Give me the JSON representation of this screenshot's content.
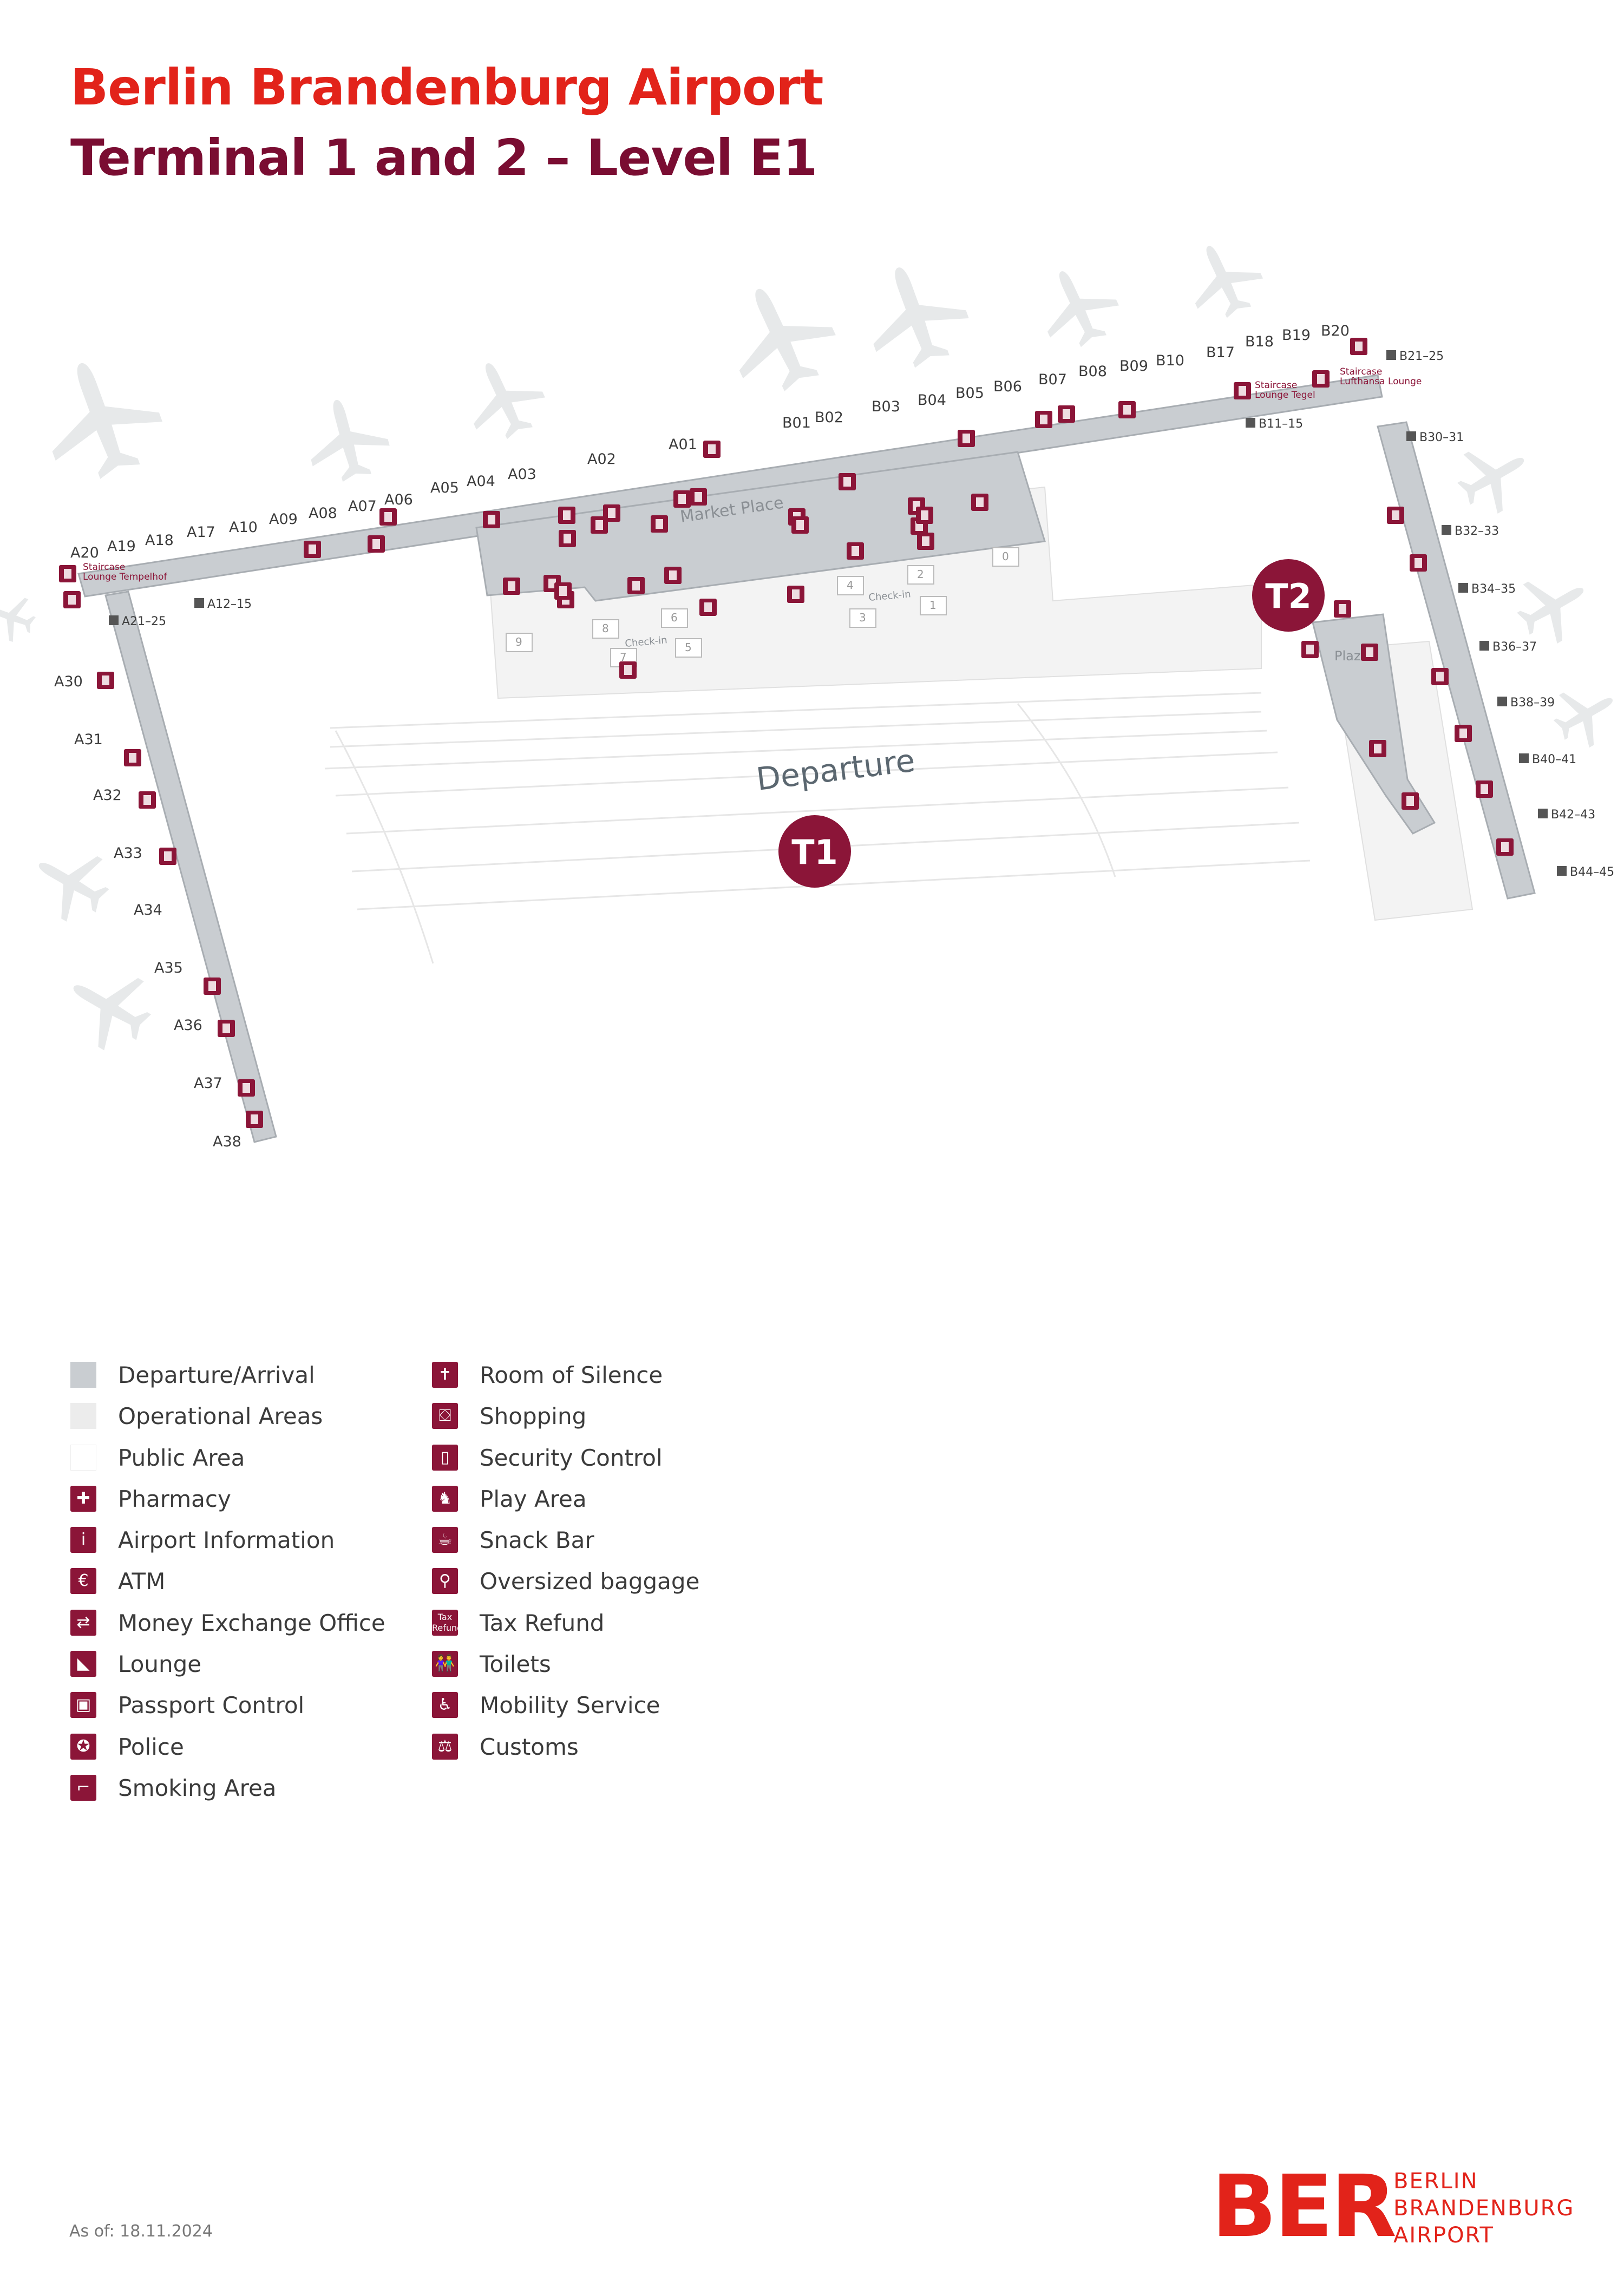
{
  "header": {
    "title": "Berlin Brandenburg Airport",
    "subtitle": "Terminal 1 and 2 – Level E1"
  },
  "colors": {
    "brand_red": "#e2231a",
    "brand_dark": "#7a0d32",
    "icon_maroon": "#8b1538",
    "departure_arrival": "#c9cdd1",
    "operational": "#ececec",
    "public": "#ffffff"
  },
  "map": {
    "terminal_markers": [
      "T1",
      "T2"
    ],
    "departure_label": "Departure",
    "area_labels": [
      "Market Place",
      "Plaza",
      "Check-in",
      "Check-in"
    ],
    "gates_a_pier": [
      "A20",
      "A19",
      "A18",
      "A17",
      "A10",
      "A09",
      "A08",
      "A07",
      "A06",
      "A05",
      "A04",
      "A03",
      "A02",
      "A01"
    ],
    "gates_a_south": [
      "A30",
      "A31",
      "A32",
      "A33",
      "A34",
      "A35",
      "A36",
      "A37",
      "A38"
    ],
    "gates_b_pier": [
      "B01",
      "B02",
      "B03",
      "B04",
      "B05",
      "B06",
      "B07",
      "B08",
      "B09",
      "B10",
      "B17",
      "B18",
      "B19",
      "B20"
    ],
    "remote_positions": [
      "A21–25",
      "A12–15",
      "B11–15",
      "B21–25",
      "B30–31",
      "B32–33",
      "B34–35",
      "B36–37",
      "B38–39",
      "B40–41",
      "B42–43",
      "B44–45"
    ],
    "lounge_labels": [
      "Staircase\nLounge Tempelhof",
      "Staircase\nLounge Tegel",
      "Staircase\nLufthansa Lounge"
    ],
    "checkin_islands": [
      "9",
      "8",
      "7",
      "6",
      "5",
      "4",
      "3",
      "2",
      "1",
      "0"
    ]
  },
  "legend": {
    "col1": [
      {
        "label": "Departure/Arrival",
        "type": "swatch",
        "color": "#c9cdd1"
      },
      {
        "label": "Operational Areas",
        "type": "swatch",
        "color": "#ececec"
      },
      {
        "label": "Public Area",
        "type": "swatch",
        "color": "#ffffff"
      },
      {
        "label": "Pharmacy",
        "icon": "pharmacy-icon",
        "glyph": "✚"
      },
      {
        "label": "Airport Information",
        "icon": "info-icon",
        "glyph": "i"
      },
      {
        "label": "ATM",
        "icon": "atm-icon",
        "glyph": "€"
      },
      {
        "label": "Money Exchange Office",
        "icon": "money-exchange-icon",
        "glyph": "⇄"
      },
      {
        "label": "Lounge",
        "icon": "lounge-icon",
        "glyph": "◣"
      },
      {
        "label": "Passport Control",
        "icon": "passport-control-icon",
        "glyph": "▣"
      },
      {
        "label": "Police",
        "icon": "police-icon",
        "glyph": "✪"
      },
      {
        "label": "Smoking Area",
        "icon": "smoking-icon",
        "glyph": "⌐"
      }
    ],
    "col2": [
      {
        "label": "Room of Silence",
        "icon": "room-of-silence-icon",
        "glyph": "✝"
      },
      {
        "label": "Shopping",
        "icon": "shopping-icon",
        "glyph": "⛋"
      },
      {
        "label": "Security Control",
        "icon": "security-control-icon",
        "glyph": "▯"
      },
      {
        "label": "Play Area",
        "icon": "play-area-icon",
        "glyph": "♞"
      },
      {
        "label": "Snack Bar",
        "icon": "snack-bar-icon",
        "glyph": "☕"
      },
      {
        "label": "Oversized baggage",
        "icon": "oversized-baggage-icon",
        "glyph": "⚲"
      },
      {
        "label": "Tax Refund",
        "icon": "tax-refund-icon",
        "glyph": "Tax\nRefund"
      },
      {
        "label": "Toilets",
        "icon": "toilets-icon",
        "glyph": "👫"
      },
      {
        "label": "Mobility Service",
        "icon": "mobility-service-icon",
        "glyph": "♿"
      },
      {
        "label": "Customs",
        "icon": "customs-icon",
        "glyph": "⚖"
      }
    ]
  },
  "footer": {
    "as_of": "As of: 18.11.2024",
    "logo_text": "BER",
    "logo_line1": "BERLIN",
    "logo_line2": "BRANDENBURG",
    "logo_line3": "AIRPORT"
  }
}
